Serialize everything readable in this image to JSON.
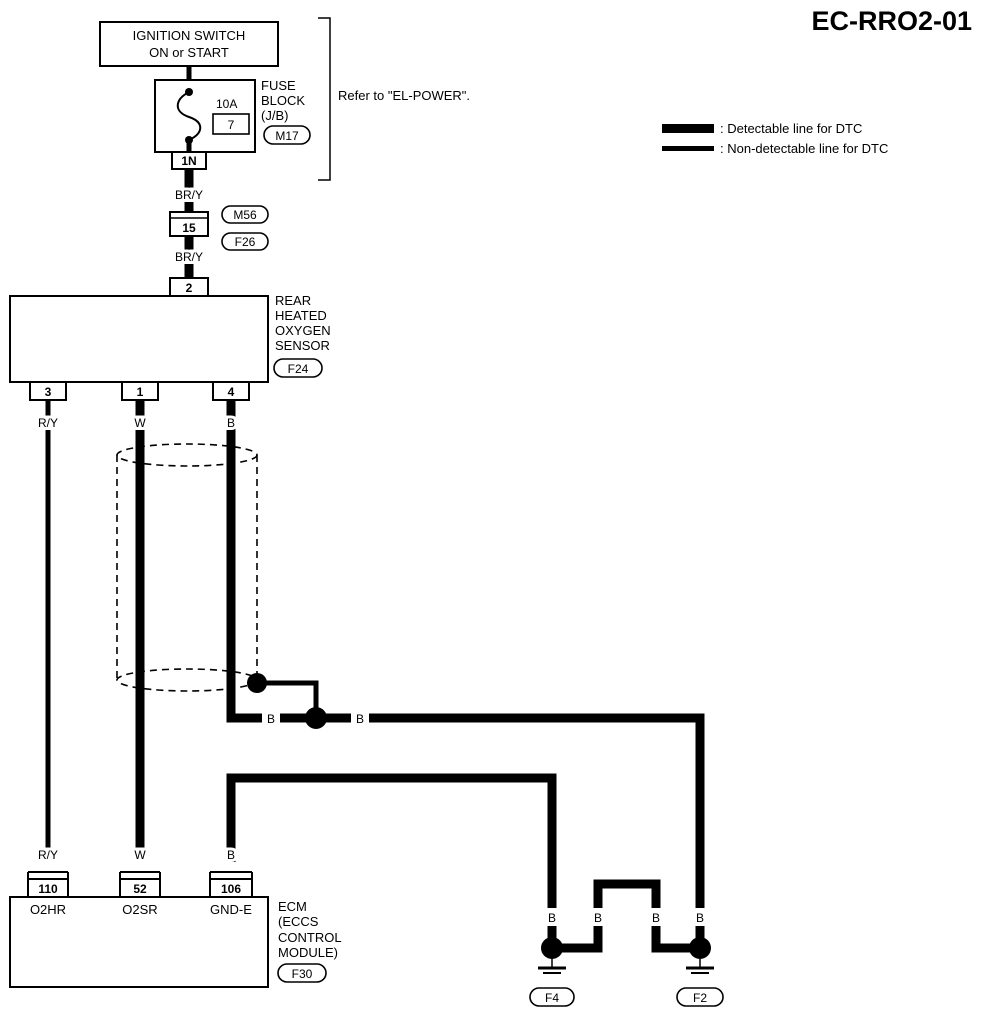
{
  "title": "EC-RRO2-01",
  "legend": {
    "detectable": ": Detectable line for DTC",
    "non_detectable": ": Non-detectable line for DTC"
  },
  "ignition": {
    "line1": "IGNITION SWITCH",
    "line2": "ON or START"
  },
  "fuse_block": {
    "line1": "FUSE",
    "line2": "BLOCK",
    "line3": "(J/B)",
    "rating": "10A",
    "number": "7",
    "connector": "M17",
    "terminal": "1N"
  },
  "refer_text": "Refer to \"EL-POWER\".",
  "joint": {
    "pin": "15",
    "connector_top": "M56",
    "connector_bottom": "F26"
  },
  "wires": {
    "br_y_upper": "BR/Y",
    "br_y_lower": "BR/Y",
    "r_y_top": "R/Y",
    "w_top": "W",
    "b_top": "B",
    "r_y_bottom": "R/Y",
    "w_bottom": "W",
    "b_bottom": "B",
    "b_left": "B",
    "b_right": "B",
    "b_f4": "B",
    "b_f4_jumper": "B",
    "b_f2_jumper": "B",
    "b_f2": "B"
  },
  "sensor": {
    "line1": "REAR",
    "line2": "HEATED",
    "line3": "OXYGEN",
    "line4": "SENSOR",
    "connector": "F24",
    "pin_top": "2",
    "pin_left": "3",
    "pin_mid": "1",
    "pin_right": "4"
  },
  "ecm": {
    "line1": "ECM",
    "line2": "(ECCS",
    "line3": "CONTROL",
    "line4": "MODULE)",
    "connector": "F30",
    "pin1": "110",
    "pin2": "52",
    "pin3": "106",
    "label1": "O2HR",
    "label2": "O2SR",
    "label3": "GND-E"
  },
  "grounds": {
    "left": "F4",
    "right": "F2"
  }
}
